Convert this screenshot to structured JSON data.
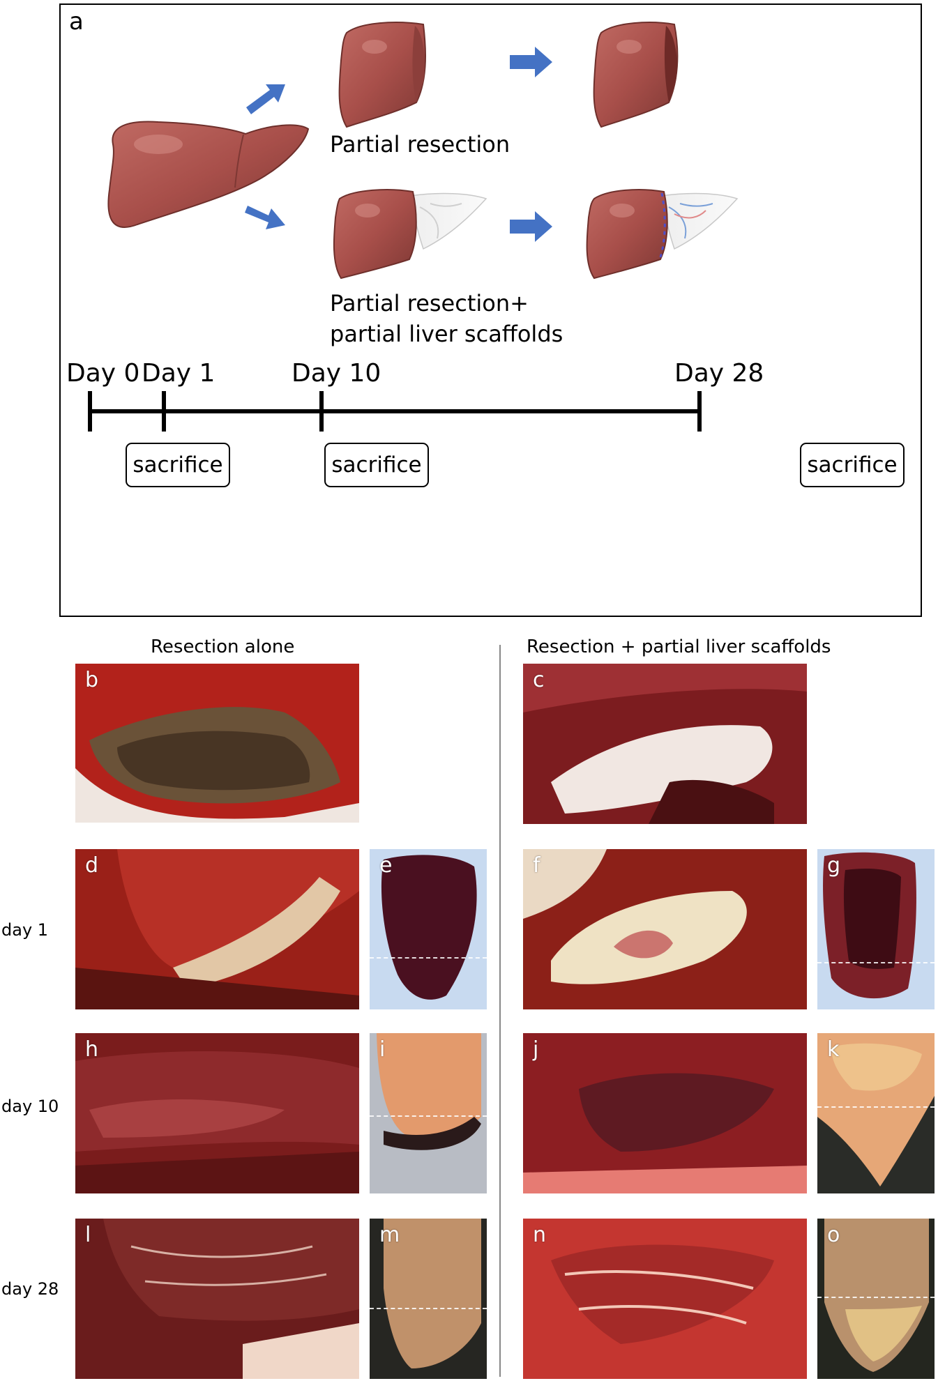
{
  "panel_a": {
    "letter": "a",
    "labels": {
      "resection": "Partial resection",
      "resection_scaffold_line1": "Partial resection+",
      "resection_scaffold_line2": "partial liver scaffolds"
    },
    "timeline": {
      "days": [
        "Day 0",
        "Day 1",
        "Day 10",
        "Day 28"
      ],
      "sacrifice_label": "sacrifice"
    },
    "colors": {
      "liver": "#a84f4a",
      "arrow": "#4472c4"
    }
  },
  "columns": {
    "left": "Resection alone",
    "right": "Resection + partial liver scaffolds"
  },
  "rows": [
    "day 1",
    "day 10",
    "day 28"
  ],
  "photos": {
    "b": "b",
    "c": "c",
    "d": "d",
    "e": "e",
    "f": "f",
    "g": "g",
    "h": "h",
    "i": "i",
    "j": "j",
    "k": "k",
    "l": "l",
    "m": "m",
    "n": "n",
    "o": "o"
  }
}
